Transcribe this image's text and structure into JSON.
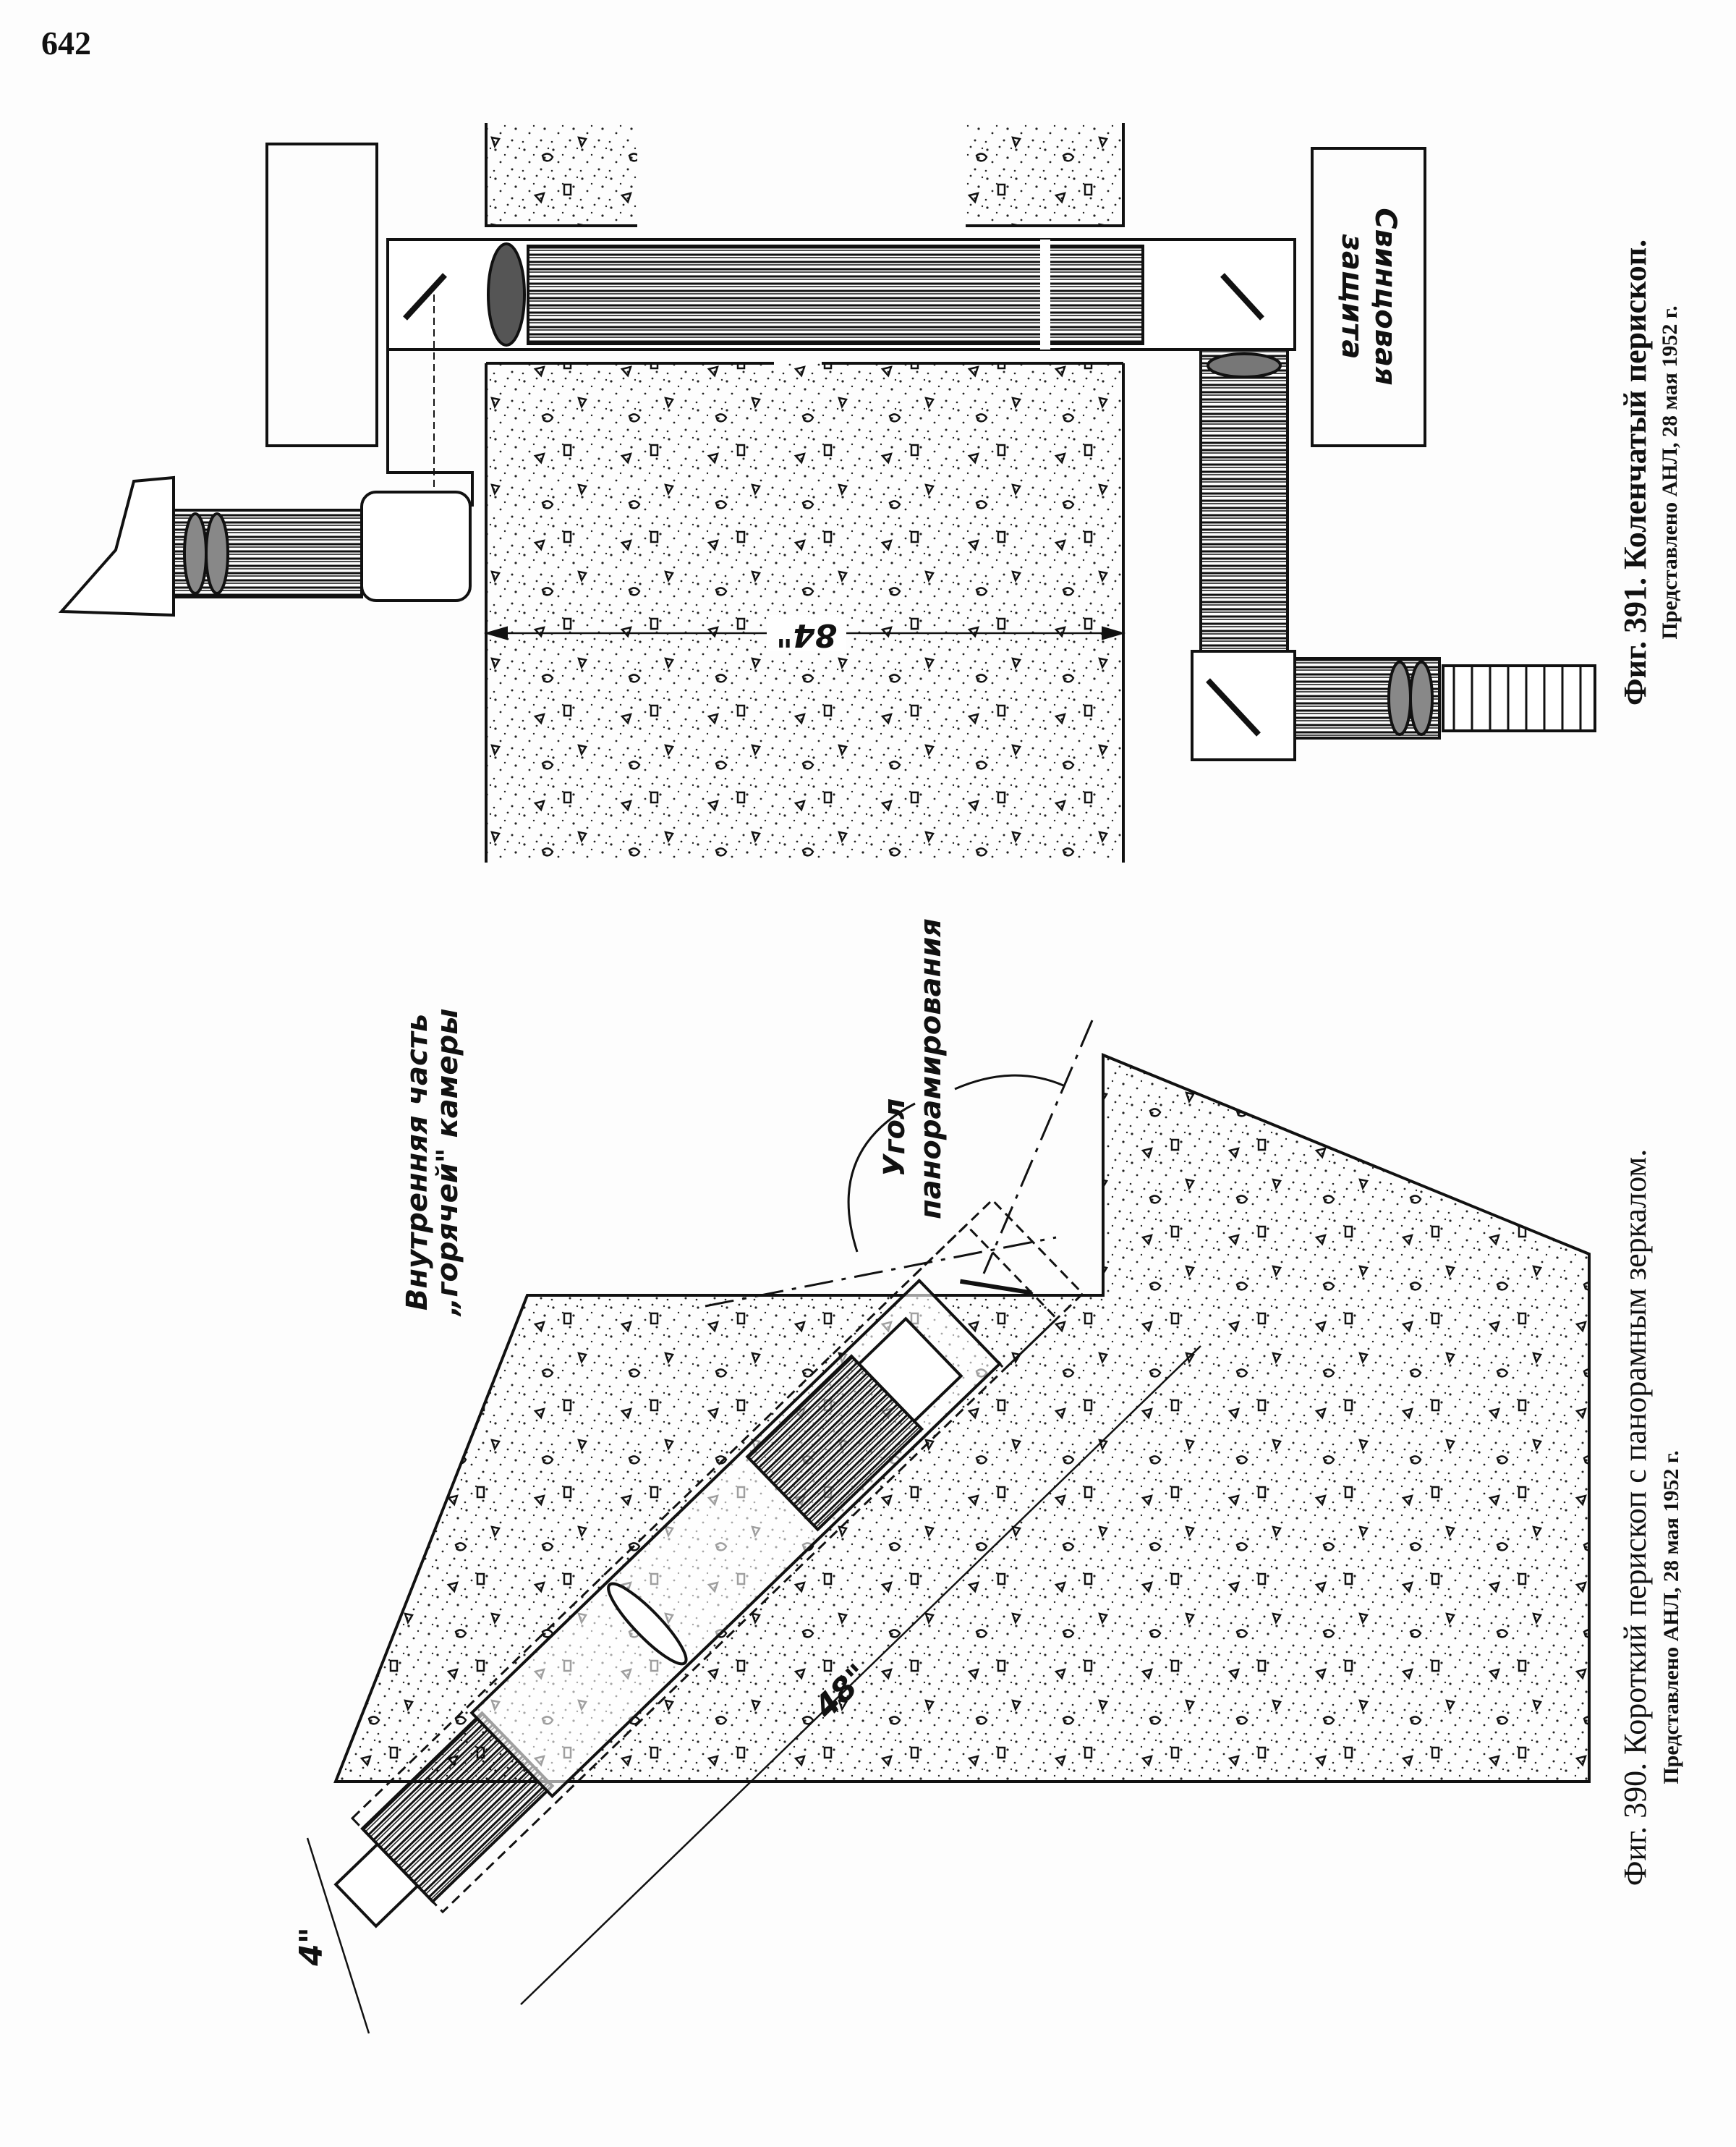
{
  "page_number": "642",
  "figure_391": {
    "shield_label_line1": "Свинцовая",
    "shield_label_line2": "защита",
    "dimension": "84\"",
    "caption": "Фиг. 391. Коленчатый перископ.",
    "credit": "Представлено АНЛ, 28 мая 1952 г."
  },
  "figure_390": {
    "hot_cell_label_line1": "Внутренняя часть",
    "hot_cell_label_line2": "„горячей\" камеры",
    "pan_angle_label_line1": "Угол",
    "pan_angle_label_line2": "панорамирования",
    "length_dimension": "48\"",
    "diameter_dimension": "4\"",
    "caption": "Фиг. 390. Короткий перископ с панорамным зеркалом.",
    "credit": "Представлено АНЛ, 28 мая 1952 г."
  }
}
